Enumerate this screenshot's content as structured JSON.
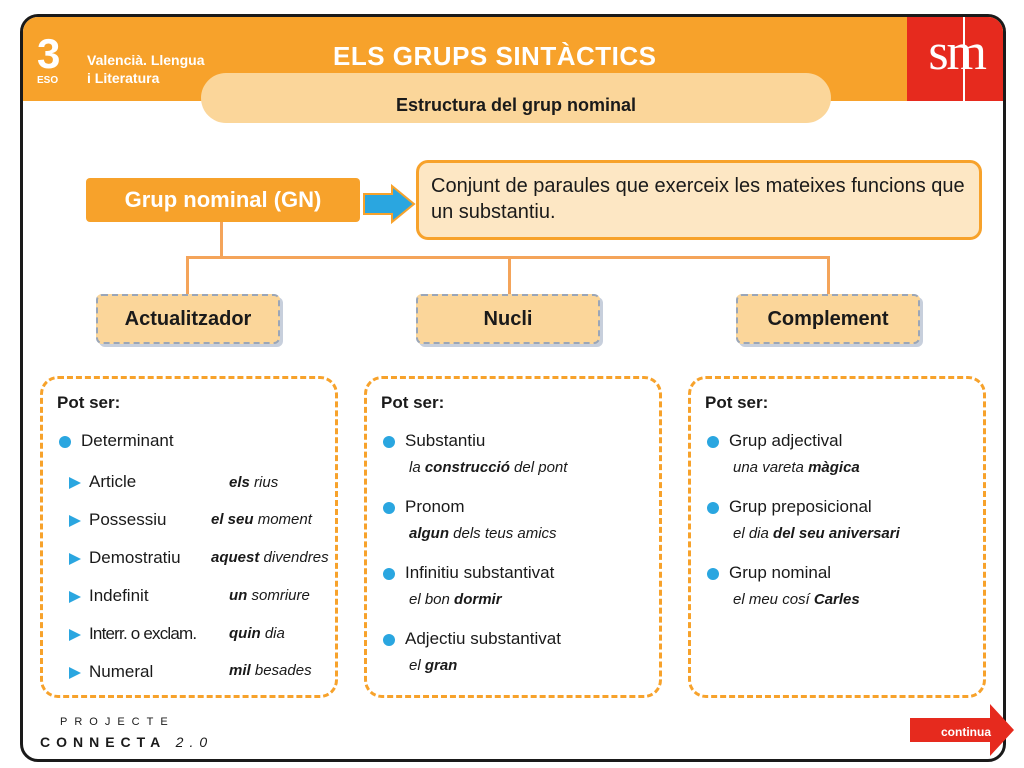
{
  "header": {
    "grade_number": "3",
    "grade_label": "ESO",
    "course_line1": "Valencià. Llengua",
    "course_line2": "i Literatura",
    "title": "ELS GRUPS SINTÀCTICS",
    "subtitle": "Estructura del grup nominal",
    "publisher_logo": "sm",
    "colors": {
      "orange": "#f7a22b",
      "red": "#e62a1e",
      "peach": "#fbd69a",
      "blue": "#2aa6e0"
    }
  },
  "main": {
    "label": "Grup nominal (GN)",
    "definition": "Conjunt de paraules que exerceix les mateixes funcions que un substantiu."
  },
  "categories": [
    {
      "title": "Actualitzador",
      "pot_ser": "Pot ser:",
      "head": "Determinant",
      "items": [
        {
          "label": "Article",
          "ex_bold": "els",
          "ex_rest": " rius"
        },
        {
          "label": "Possessiu",
          "ex_bold": "el seu",
          "ex_rest": " moment"
        },
        {
          "label": "Demostratiu",
          "ex_bold": "aquest",
          "ex_rest": " divendres"
        },
        {
          "label": "Indefinit",
          "ex_bold": "un",
          "ex_rest": " somriure"
        },
        {
          "label": "Interr. o exclam.",
          "ex_bold": "quin",
          "ex_rest": " dia"
        },
        {
          "label": "Numeral",
          "ex_bold": "mil",
          "ex_rest": " besades"
        }
      ]
    },
    {
      "title": "Nucli",
      "pot_ser": "Pot ser:",
      "items": [
        {
          "label": "Substantiu",
          "ex_a": "la ",
          "ex_b": "construcció",
          "ex_c": " del pont"
        },
        {
          "label": "Pronom",
          "ex_a": "",
          "ex_b": "algun",
          "ex_c": " dels teus amics"
        },
        {
          "label": "Infinitiu substantivat",
          "ex_a": "el bon ",
          "ex_b": "dormir",
          "ex_c": ""
        },
        {
          "label": "Adjectiu substantivat",
          "ex_a": "el ",
          "ex_b": "gran",
          "ex_c": ""
        }
      ]
    },
    {
      "title": "Complement",
      "pot_ser": "Pot ser:",
      "items": [
        {
          "label": "Grup adjectival",
          "ex_a": "una vareta ",
          "ex_b": "màgica",
          "ex_c": ""
        },
        {
          "label": "Grup preposicional",
          "ex_a": "el dia ",
          "ex_b": "del seu aniversari",
          "ex_c": ""
        },
        {
          "label": "Grup nominal",
          "ex_a": "el meu cosí ",
          "ex_b": "Carles",
          "ex_c": ""
        }
      ]
    }
  ],
  "footer": {
    "brand_top": "PROJECTE",
    "brand_main": "CONNECTA",
    "brand_version": "2.0",
    "continue_label": "continua"
  }
}
